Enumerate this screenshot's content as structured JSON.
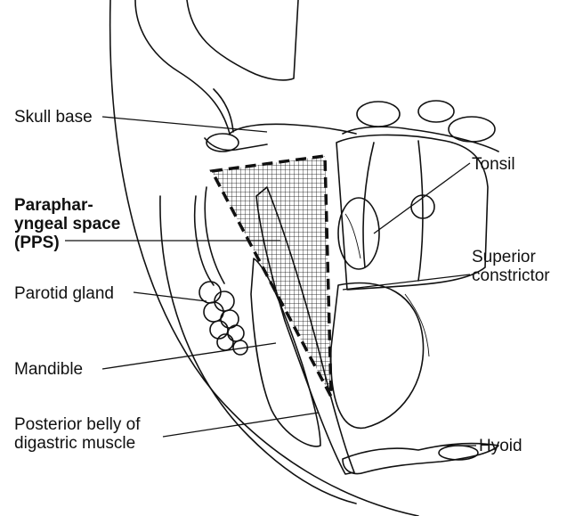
{
  "labels": {
    "skull_base": "Skull base",
    "pps_line1": "Paraphar-",
    "pps_line2": "yngeal space",
    "pps_line3": "(PPS)",
    "parotid": "Parotid gland",
    "mandible": "Mandible",
    "digastric_line1": "Posterior belly of",
    "digastric_line2": "digastric muscle",
    "tonsil": "Tonsil",
    "constrictor_line1": "Superior",
    "constrictor_line2": "constrictor",
    "hyoid": "Hyoid"
  }
}
